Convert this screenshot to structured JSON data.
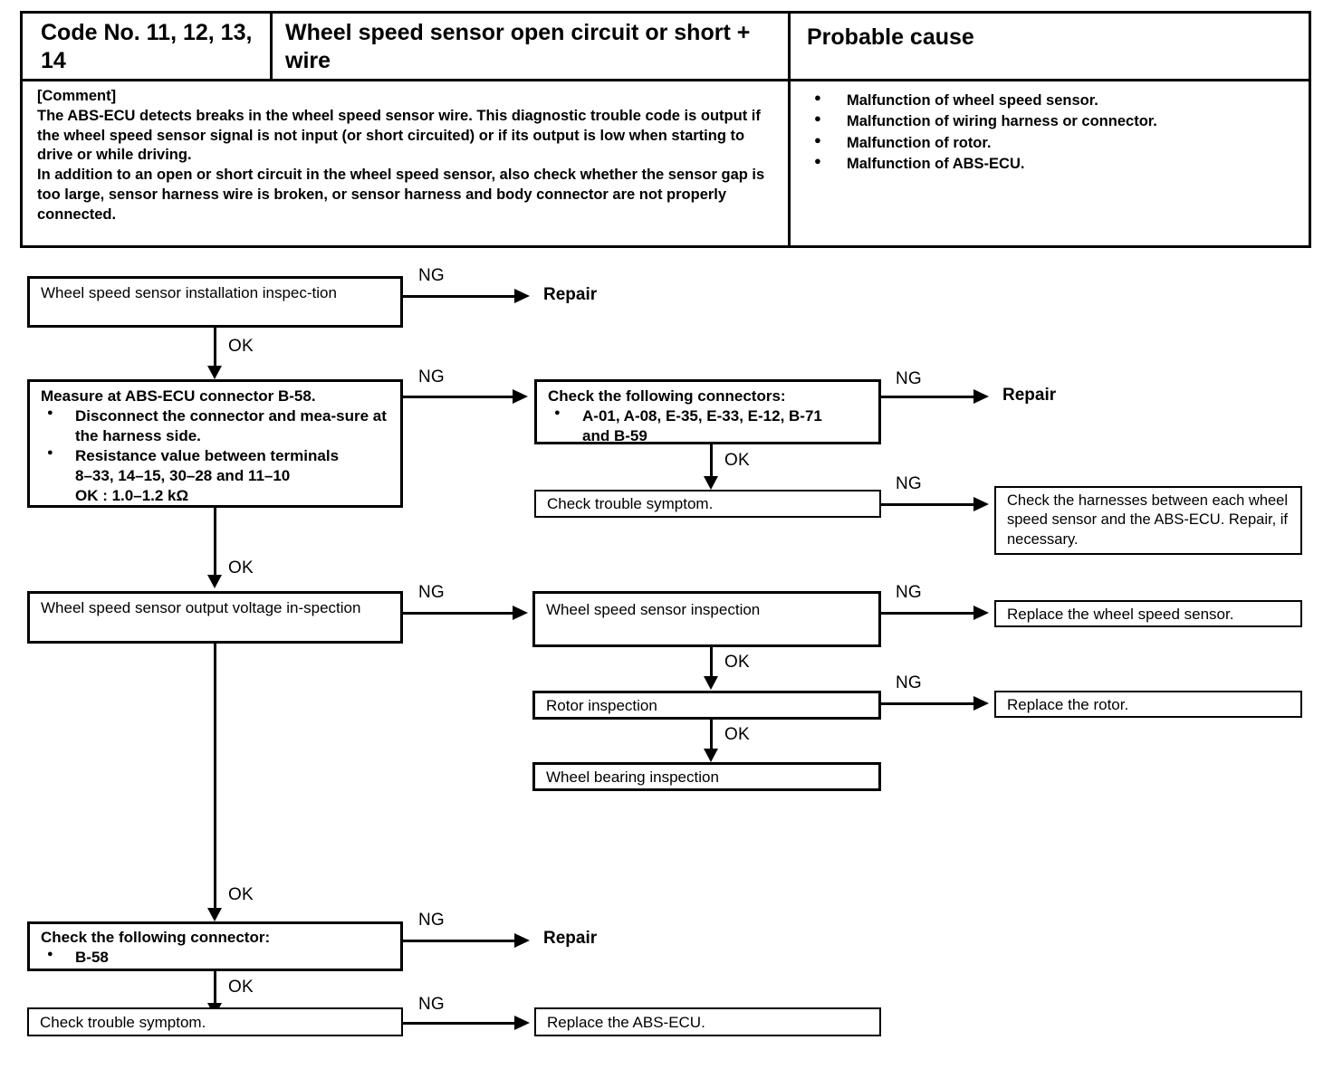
{
  "header": {
    "code_label": "Code No. 11, 12, 13, 14",
    "fault_title": "Wheel speed sensor open circuit or short + wire",
    "probable_cause_title": "Probable cause",
    "comment_tag": "[Comment]",
    "comment_paragraph_1": "The ABS-ECU detects breaks in the wheel speed sensor wire.  This diagnostic trouble code is output if the wheel speed sensor signal is not input (or short circuited) or if its output is low when starting to drive or while driving.",
    "comment_paragraph_2": "In addition to an open or short circuit in the wheel speed sensor, also check whether the sensor gap is too large, sensor harness wire is broken, or sensor harness and body connector are not properly connected.",
    "causes": [
      "Malfunction of wheel speed sensor.",
      "Malfunction of wiring harness or connector.",
      "Malfunction of rotor.",
      "Malfunction of ABS-ECU."
    ]
  },
  "flow": {
    "labels": {
      "ng": "NG",
      "ok": "OK"
    },
    "step_install": "Wheel speed sensor installation inspec-tion",
    "repair_1": "Repair",
    "step_measure_title": "Measure at ABS-ECU connector B-58.",
    "step_measure_bullet_1": "Disconnect the connector and mea-sure at the harness side.",
    "step_measure_bullet_2": "Resistance value between terminals",
    "step_measure_terminals": "8–33, 14–15, 30–28 and 11–10",
    "step_measure_ok": "OK : 1.0–1.2 kΩ",
    "step_connectors_title": "Check the following connectors:",
    "step_connectors_list": "A-01, A-08, E-35, E-33, E-12, B-71",
    "step_connectors_list_cont": "and B-59",
    "repair_2": "Repair",
    "step_trouble_symptom_1": "Check trouble symptom.",
    "step_harness_check": "Check the harnesses between each wheel speed sensor and the ABS-ECU. Repair, if necessary.",
    "step_output_voltage": "Wheel speed sensor output voltage in-spection",
    "step_sensor_inspection": "Wheel speed sensor inspection",
    "result_replace_sensor": "Replace the wheel speed sensor.",
    "step_rotor_inspection": "Rotor inspection",
    "result_replace_rotor": "Replace the rotor.",
    "step_bearing_inspection": "Wheel bearing inspection",
    "step_connector_b58_title": "Check the following connector:",
    "step_connector_b58_item": "B-58",
    "repair_3": "Repair",
    "step_trouble_symptom_2": "Check trouble symptom.",
    "result_replace_ecu": "Replace the ABS-ECU."
  },
  "colors": {
    "ink": "#000000",
    "paper": "#ffffff"
  }
}
